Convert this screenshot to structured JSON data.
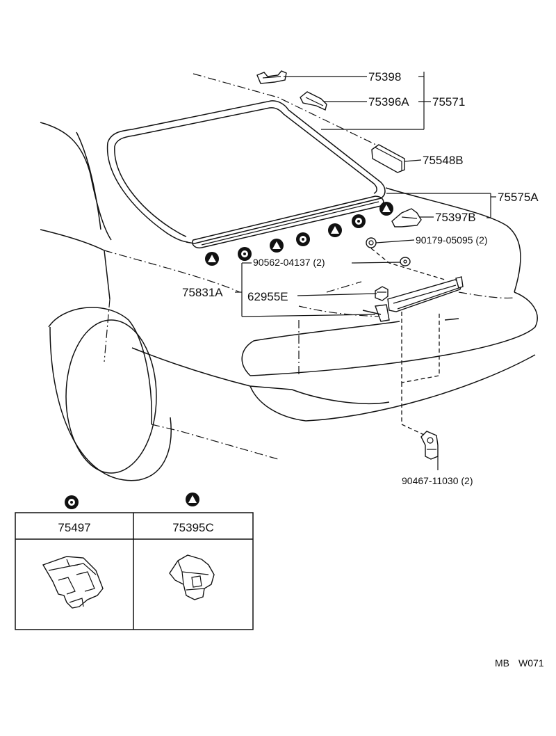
{
  "callouts": {
    "p75398": "75398",
    "p75396a": "75396A",
    "p75571": "75571",
    "p75548b": "75548B",
    "p75575a": "75575A",
    "p75397b": "75397B",
    "p90179": "90179-05095 (2)",
    "p90562": "90562-04137 (2)",
    "p75831a": "75831A",
    "p62955e": "62955E",
    "p90467": "90467-11030 (2)"
  },
  "legend": {
    "left_part": "75497",
    "right_part": "75395C",
    "left_symbol": "circle-clip-icon",
    "right_symbol": "triangle-clip-icon"
  },
  "footer": {
    "code_a": "MB",
    "code_b": "W071"
  }
}
